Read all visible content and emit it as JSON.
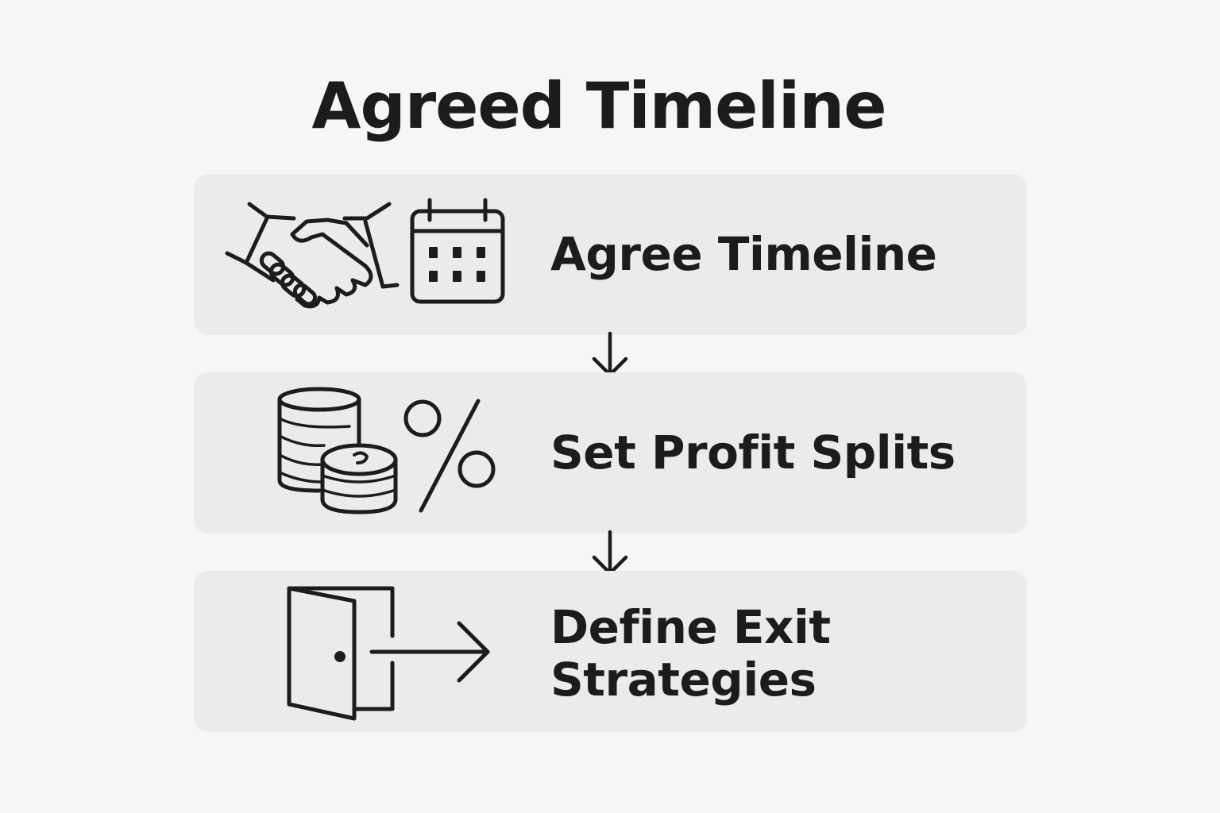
{
  "title": "Agreed Timeline",
  "steps": [
    {
      "label": "Agree Timeline",
      "icons": [
        "handshake-icon",
        "calendar-icon"
      ]
    },
    {
      "label": "Set Profit Splits",
      "icons": [
        "coins-icon",
        "percent-icon"
      ]
    },
    {
      "label": "Define Exit Strategies",
      "icons": [
        "door-exit-icon"
      ]
    }
  ],
  "connectors": [
    "arrow-down-icon",
    "arrow-down-icon"
  ],
  "colors": {
    "background": "#f6f6f6",
    "card": "#ebebea",
    "ink": "#1c1c1c"
  }
}
